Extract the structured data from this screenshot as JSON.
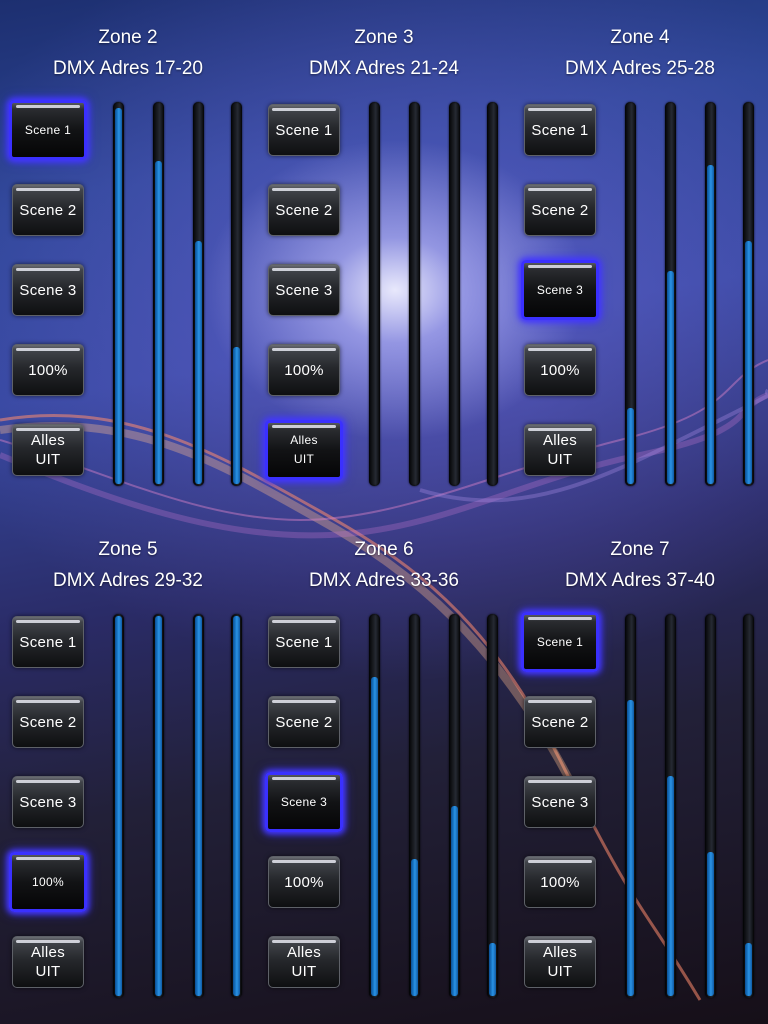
{
  "zones": [
    {
      "title": "Zone 2",
      "dmx": "DMX Adres 17-20",
      "buttons": [
        "Scene 1",
        "Scene 2",
        "Scene 3",
        "100%",
        "Alles\nUIT"
      ],
      "active_button": 0,
      "levels": [
        0.99,
        0.85,
        0.64,
        0.36
      ]
    },
    {
      "title": "Zone 3",
      "dmx": "DMX Adres 21-24",
      "buttons": [
        "Scene 1",
        "Scene 2",
        "Scene 3",
        "100%",
        "Alles\nUIT"
      ],
      "active_button": 4,
      "levels": [
        0,
        0,
        0,
        0
      ]
    },
    {
      "title": "Zone 4",
      "dmx": "DMX Adres 25-28",
      "buttons": [
        "Scene 1",
        "Scene 2",
        "Scene 3",
        "100%",
        "Alles\nUIT"
      ],
      "active_button": 2,
      "levels": [
        0.2,
        0.56,
        0.84,
        0.64
      ]
    },
    {
      "title": "Zone 5",
      "dmx": "DMX Adres 29-32",
      "buttons": [
        "Scene 1",
        "Scene 2",
        "Scene 3",
        "100%",
        "Alles\nUIT"
      ],
      "active_button": 3,
      "levels": [
        1.0,
        1.0,
        1.0,
        1.0
      ]
    },
    {
      "title": "Zone 6",
      "dmx": "DMX Adres 33-36",
      "buttons": [
        "Scene 1",
        "Scene 2",
        "Scene 3",
        "100%",
        "Alles\nUIT"
      ],
      "active_button": 2,
      "levels": [
        0.84,
        0.36,
        0.5,
        0.14
      ]
    },
    {
      "title": "Zone 7",
      "dmx": "DMX Adres 37-40",
      "buttons": [
        "Scene 1",
        "Scene 2",
        "Scene 3",
        "100%",
        "Alles\nUIT"
      ],
      "active_button": 0,
      "levels": [
        0.78,
        0.58,
        0.38,
        0.14
      ]
    }
  ],
  "colors": {
    "active_glow": "#3a30ff",
    "slider_fill": "#1f84d6",
    "text": "#ffffff"
  }
}
